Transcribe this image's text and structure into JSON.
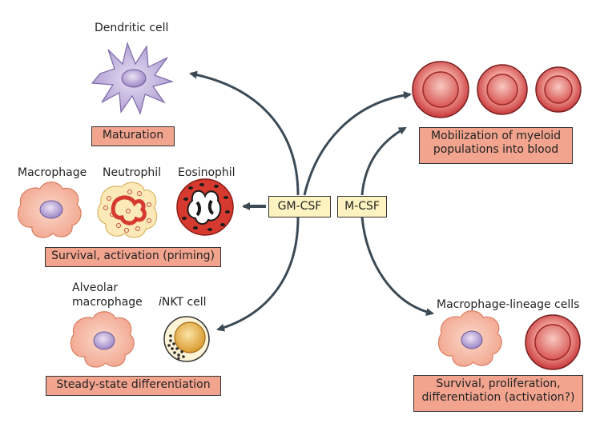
{
  "center": {
    "gmcsf": "GM-CSF",
    "mcsf": "M-CSF"
  },
  "cells": {
    "dendritic": "Dendritic cell",
    "macrophage": "Macrophage",
    "neutrophil": "Neutrophil",
    "eosinophil": "Eosinophil",
    "alveolar_line1": "Alveolar",
    "alveolar_line2": "macrophage",
    "inkt_prefix": "i",
    "inkt_rest": "NKT cell",
    "macrophage_lineage": "Macrophage-lineage cells"
  },
  "outcomes": {
    "maturation": "Maturation",
    "survival_activation": "Survival, activation (priming)",
    "steady_state": "Steady-state differentiation",
    "mobilization_line1": "Mobilization of myeloid",
    "mobilization_line2": "populations into blood",
    "survival_prolif_line1": "Survival, proliferation,",
    "survival_prolif_line2": "differentiation (activation?)"
  },
  "colors": {
    "outcome_box": "#f2a48e",
    "cytokine_box": "#fdf3c0",
    "arrow": "#3c4a55",
    "dendritic_cell": "#b9a9d6",
    "macrophage_cell": "#f2a48e",
    "monocyte_cell": "#d84a4a",
    "eosinophil_cell": "#d63a2e",
    "inkt_cell": "#e8b441"
  }
}
